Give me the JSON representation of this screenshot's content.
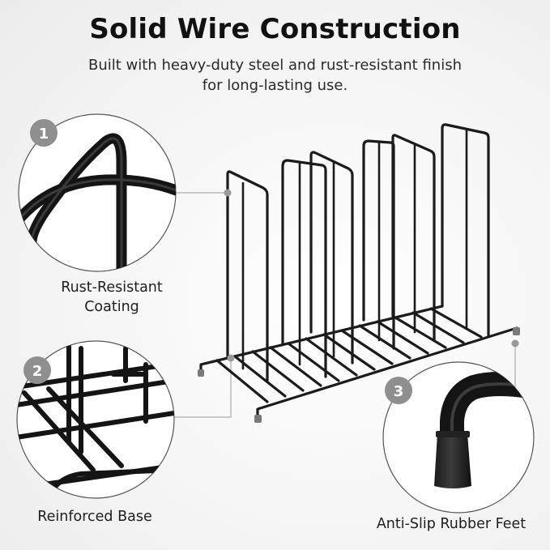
{
  "heading": {
    "title": "Solid Wire Construction",
    "subtitle_line1": "Built with heavy-duty steel and rust-resistant finish",
    "subtitle_line2": "for long-lasting use."
  },
  "callouts": [
    {
      "number": "1",
      "label_line1": "Rust-Resistant",
      "label_line2": "Coating"
    },
    {
      "number": "2",
      "label": "Reinforced Base"
    },
    {
      "number": "3",
      "label": "Anti-Slip Rubber Feet"
    }
  ],
  "colors": {
    "wire": "#1b1b1b",
    "badge": "#8f8f8f",
    "connector": "#9a9a9a",
    "foot": "#7a7a7a"
  }
}
